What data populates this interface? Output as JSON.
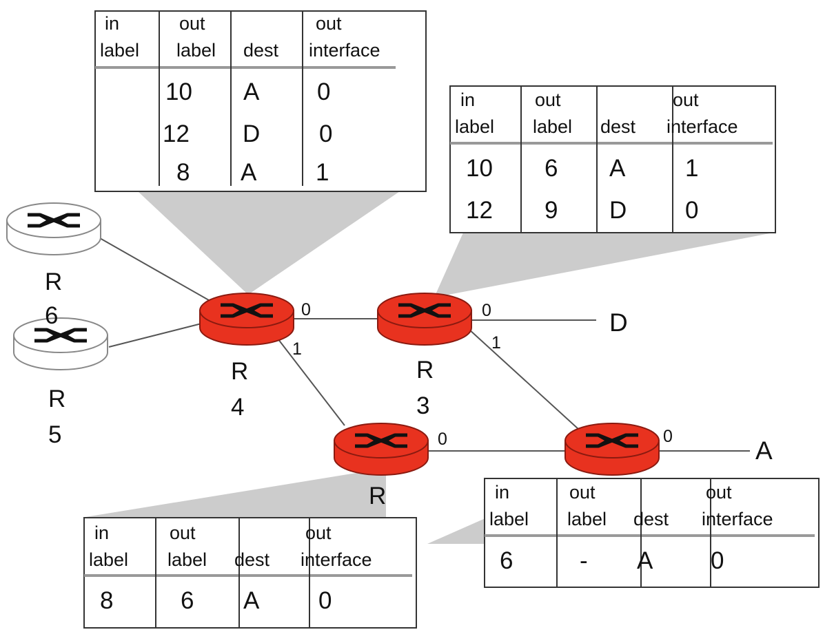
{
  "tables": {
    "r4": {
      "headers": [
        [
          "in",
          "label"
        ],
        [
          "out",
          "label"
        ],
        [
          "dest"
        ],
        [
          "out",
          "interface"
        ]
      ],
      "rows": [
        [
          "",
          "10",
          "A",
          "0"
        ],
        [
          "",
          "12",
          "D",
          "0"
        ],
        [
          "",
          "8",
          "A",
          "1"
        ]
      ]
    },
    "r3": {
      "headers": [
        [
          "in",
          "label"
        ],
        [
          "out",
          "label"
        ],
        [
          "dest"
        ],
        [
          "out",
          "interface"
        ]
      ],
      "rows": [
        [
          "10",
          "6",
          "A",
          "1"
        ],
        [
          "12",
          "9",
          "D",
          "0"
        ]
      ]
    },
    "r2": {
      "headers": [
        [
          "in",
          "label"
        ],
        [
          "out",
          "label"
        ],
        [
          "dest"
        ],
        [
          "out",
          "interface"
        ]
      ],
      "rows": [
        [
          "8",
          "6",
          "A",
          "0"
        ]
      ]
    },
    "r1": {
      "headers": [
        [
          "in",
          "label"
        ],
        [
          "out",
          "label"
        ],
        [
          "dest"
        ],
        [
          "out",
          "interface"
        ]
      ],
      "rows": [
        [
          "6",
          "-",
          "A",
          "0"
        ]
      ]
    }
  },
  "routers": {
    "r6": [
      "R",
      "6"
    ],
    "r5": [
      "R",
      "5"
    ],
    "r4": [
      "R",
      "4"
    ],
    "r3": [
      "R",
      "3"
    ],
    "r2": [
      "R"
    ]
  },
  "ports": {
    "r4_0": "0",
    "r4_1": "1",
    "r3_0": "0",
    "r3_1": "1",
    "r2_0": "0",
    "r1_0": "0"
  },
  "destinations": {
    "d": "D",
    "a": "A"
  },
  "colors": {
    "active_router": "#e8321f",
    "idle_router": "#ffffff",
    "callout": "#cccccc"
  }
}
